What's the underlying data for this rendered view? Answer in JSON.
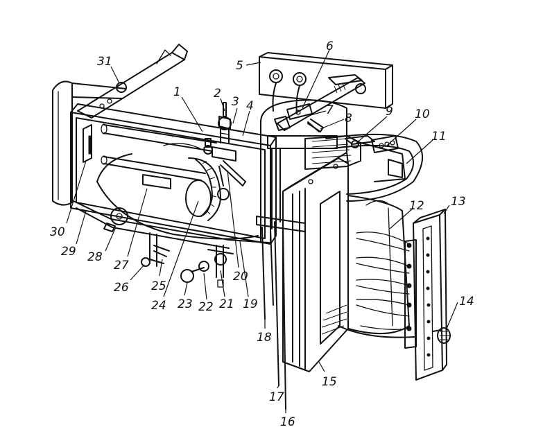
{
  "callouts": [
    {
      "num": "1"
    },
    {
      "num": "2"
    },
    {
      "num": "3"
    },
    {
      "num": "4"
    },
    {
      "num": "5"
    },
    {
      "num": "6"
    },
    {
      "num": "7"
    },
    {
      "num": "8"
    },
    {
      "num": "9"
    },
    {
      "num": "10"
    },
    {
      "num": "11"
    },
    {
      "num": "12"
    },
    {
      "num": "13"
    },
    {
      "num": "14"
    },
    {
      "num": "15"
    },
    {
      "num": "16"
    },
    {
      "num": "17"
    },
    {
      "num": "18"
    },
    {
      "num": "19"
    },
    {
      "num": "20"
    },
    {
      "num": "21"
    },
    {
      "num": "22"
    },
    {
      "num": "23"
    },
    {
      "num": "24"
    },
    {
      "num": "25"
    },
    {
      "num": "26"
    },
    {
      "num": "27"
    },
    {
      "num": "28"
    },
    {
      "num": "29"
    },
    {
      "num": "30"
    },
    {
      "num": "31"
    }
  ]
}
